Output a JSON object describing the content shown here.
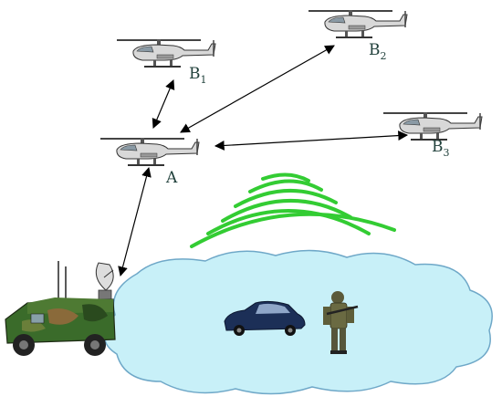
{
  "diagram": {
    "nodes": {
      "a": {
        "label": "A",
        "sub": ""
      },
      "b1": {
        "label": "B",
        "sub": "1"
      },
      "b2": {
        "label": "B",
        "sub": "2"
      },
      "b3": {
        "label": "B",
        "sub": "3"
      }
    },
    "links": [
      {
        "from": "A",
        "to": "B1",
        "bidirectional": true
      },
      {
        "from": "A",
        "to": "B2",
        "bidirectional": true
      },
      {
        "from": "A",
        "to": "B3",
        "bidirectional": true
      },
      {
        "from": "A",
        "to": "ground-vehicle",
        "bidirectional": true
      }
    ],
    "colors": {
      "cloud_fill": "#c8f0f8",
      "cloud_stroke": "#6fa8c8",
      "wave": "#33cc33",
      "arrow": "#000000",
      "camo_green": "#3a6b2a",
      "car_body": "#1c2f57"
    },
    "icons": [
      "helicopter-icon",
      "military-vehicle-icon",
      "car-icon",
      "soldier-icon",
      "signal-wave-icon"
    ]
  }
}
